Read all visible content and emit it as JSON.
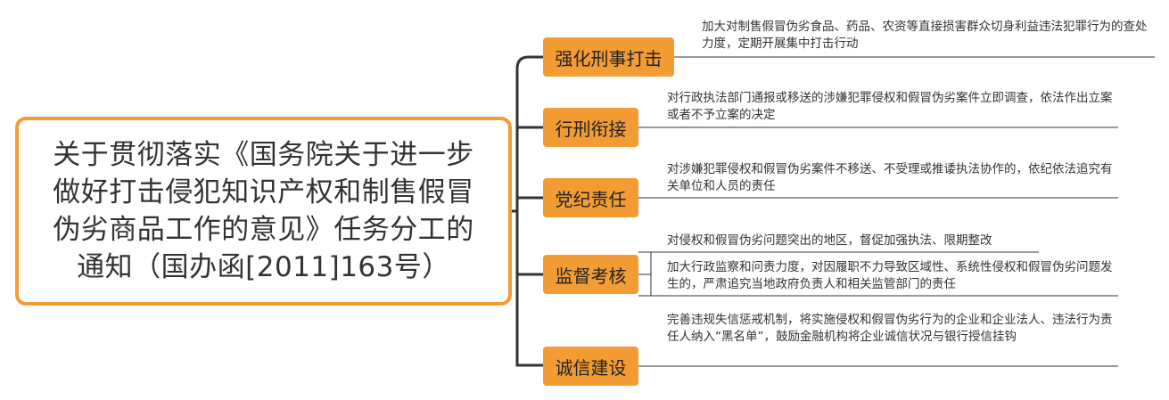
{
  "root": {
    "title": "关于贯彻落实《国务院关于进一步做好打击侵犯知识产权和制售假冒伪劣商品工作的意见》任务分工的通知（国办函[2011]163号）"
  },
  "branches": [
    {
      "label": "强化刑事打击",
      "items": [
        "加大对制售假冒伪劣食品、药品、农资等直接损害群众切身利益违法犯罪行为的查处力度，定期开展集中打击行动"
      ]
    },
    {
      "label": "行刑衔接",
      "items": [
        "对行政执法部门通报或移送的涉嫌犯罪侵权和假冒伪劣案件立即调查，依法作出立案或者不予立案的决定"
      ]
    },
    {
      "label": "党纪责任",
      "items": [
        "对涉嫌犯罪侵权和假冒伪劣案件不移送、不受理或推诿执法协作的，依纪依法追究有关单位和人员的责任"
      ]
    },
    {
      "label": "监督考核",
      "items": [
        "对侵权和假冒伪劣问题突出的地区，督促加强执法、限期整改",
        "加大行政监察和问责力度，对因履职不力导致区域性、系统性侵权和假冒伪劣问题发生的，严肃追究当地政府负责人和相关监管部门的责任"
      ]
    },
    {
      "label": "诚信建设",
      "items": [
        "完善违规失信惩戒机制，将实施侵权和假冒伪劣行为的企业和企业法人、违法行为责任人纳入“黑名单”，鼓励金融机构将企业诚信状况与银行授信挂钩"
      ]
    }
  ]
}
